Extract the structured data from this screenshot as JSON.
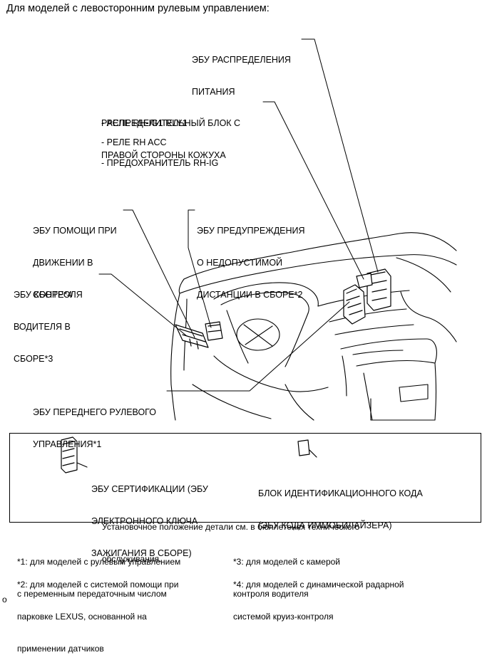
{
  "heading": "Для моделей с левосторонним рулевым управлением:",
  "callouts": {
    "power_distribution_ecu": [
      "ЭБУ РАСПРЕДЕЛЕНИЯ",
      "ПИТАНИЯ"
    ],
    "junction_block": [
      "РАСПРЕДЕЛИТЕЛЬНЫЙ БЛОК С",
      "ПРАВОЙ СТОРОНЫ КОЖУХА"
    ],
    "junction_items": [
      "- РЕЛЕ RH-IG1 RLY1",
      "- РЕЛЕ RH ACC",
      "- ПРЕДОХРАНИТЕЛЬ RH-IG"
    ],
    "parking_assist_ecu": [
      "ЭБУ ПОМОЩИ ПРИ",
      "ДВИЖЕНИИ В",
      "СБОРЕ*4"
    ],
    "distance_warning_ecu": [
      "ЭБУ ПРЕДУПРЕЖДЕНИЯ",
      "О НЕДОПУСТИМОЙ",
      "ДИСТАНЦИИ В СБОРЕ*2"
    ],
    "driver_monitor_ecu": [
      "ЭБУ КОНТРОЛЯ",
      "ВОДИТЕЛЯ В",
      "СБОРЕ*3"
    ],
    "front_steering_ecu": [
      "ЭБУ ПЕРЕДНЕГО РУЛЕВОГО",
      "УПРАВЛЕНИЯ*1"
    ]
  },
  "legend": {
    "certification_ecu": [
      "ЭБУ СЕРТИФИКАЦИИ (ЭБУ",
      "ЭЛЕКТРОННОГО КЛЮЧА",
      "ЗАЖИГАНИЯ В СБОРЕ)"
    ],
    "id_code_box": [
      "БЛОК ИДЕНТИФИКАЦИОННОГО КОДА",
      "(ЭБУ КОДА ИММОБИЛАЙЗЕРА)"
    ],
    "note": [
      "Установочное положение детали см. в бюллетенях технического",
      "обслуживания."
    ]
  },
  "footnotes": {
    "n1": [
      "*1: для моделей с рулевым управлением",
      "с переменным передаточным числом"
    ],
    "n2": [
      "*2: для моделей с системой помощи при",
      "парковке LEXUS, основанной на",
      "применении датчиков"
    ],
    "n3": [
      "*3: для моделей с камерой",
      "контроля водителя"
    ],
    "n4": [
      "*4: для моделей с динамической радарной",
      "системой круиз-контроля"
    ]
  },
  "corner_mark": "o"
}
